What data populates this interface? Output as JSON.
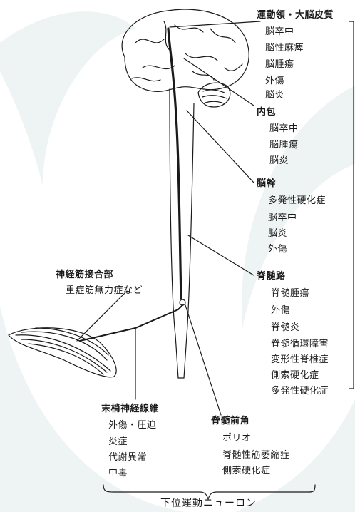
{
  "colors": {
    "background_swirl": "#eef3f4",
    "ink": "#1a1a1a"
  },
  "labels": {
    "motor_cortex": "運動領・大脳皮質",
    "motor_cortex_items": [
      "脳卒中",
      "脳性麻痺",
      "脳腫瘍",
      "外傷",
      "脳炎"
    ],
    "internal_capsule": "内包",
    "internal_capsule_items": [
      "脳卒中",
      "脳腫瘍",
      "脳炎"
    ],
    "brainstem": "脳幹",
    "brainstem_items": [
      "多発性硬化症",
      "脳卒中",
      "脳炎",
      "外傷"
    ],
    "spinal_tract": "脊髄路",
    "spinal_tract_items": [
      "脊髄腫瘍",
      "外傷",
      "脊髄炎",
      "脊髄循環障害",
      "変形性脊椎症",
      "側索硬化症",
      "多発性硬化症"
    ],
    "nmj": "神経筋接合部",
    "nmj_item": "重症筋無力症など",
    "peripheral_nerve": "末梢神経線維",
    "peripheral_nerve_items": [
      "外傷・圧迫",
      "炎症",
      "代謝異常",
      "中毒"
    ],
    "anterior_horn": "脊髄前角",
    "anterior_horn_items": [
      "ポリオ",
      "脊髄性筋萎縮症",
      "側索硬化症"
    ],
    "lower_motor_neuron": "下位運動ニューロン"
  }
}
